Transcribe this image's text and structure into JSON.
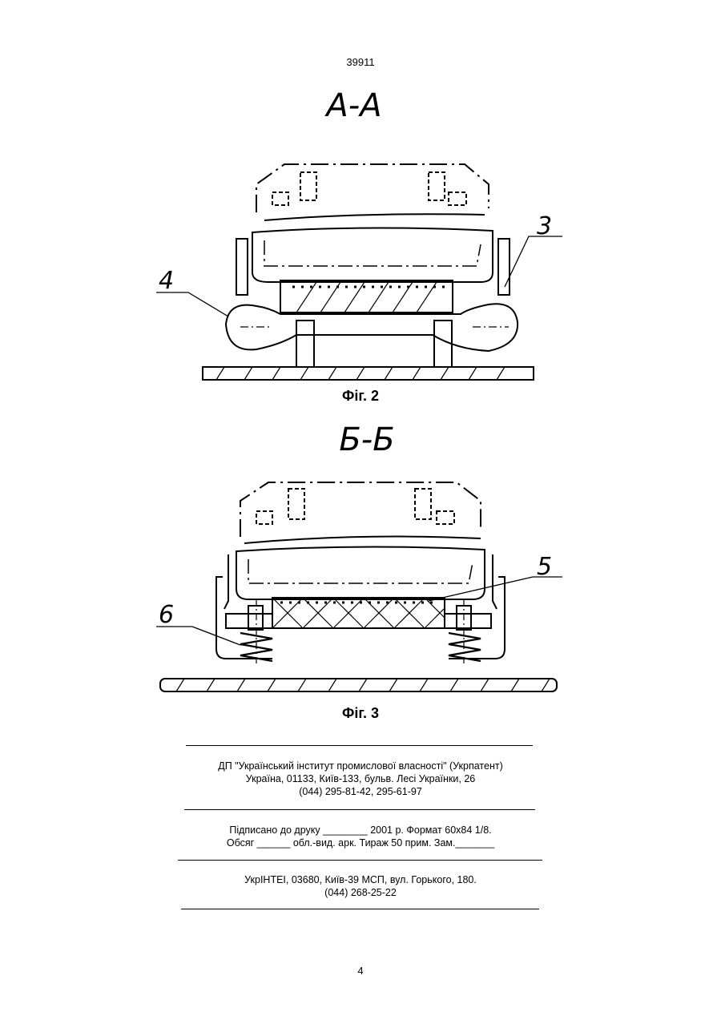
{
  "header": {
    "patent_number": "39911"
  },
  "figures": [
    {
      "section_label": "А-А",
      "caption": "Фіг. 2",
      "callouts": [
        "3",
        "4"
      ]
    },
    {
      "section_label": "Б-Б",
      "caption": "Фіг. 3",
      "callouts": [
        "5",
        "6"
      ]
    }
  ],
  "imprint": {
    "publisher": {
      "line1": "ДП \"Український інститут промислової власності\" (Укрпатент)",
      "line2": "Україна, 01133, Київ-133, бульв. Лесі Українки, 26",
      "line3": "(044) 295-81-42, 295-61-97"
    },
    "print_info": {
      "line1": "Підписано до друку ________ 2001 р.    Формат 60х84 1/8.",
      "line2": "Обсяг ______ обл.-вид. арк.   Тираж 50 прим.    Зам._______"
    },
    "printer": {
      "line1": "УкрІНТЕІ, 03680, Київ-39 МСП, вул. Горького, 180.",
      "line2": "(044) 268-25-22"
    }
  },
  "footer": {
    "page_number": "4"
  }
}
